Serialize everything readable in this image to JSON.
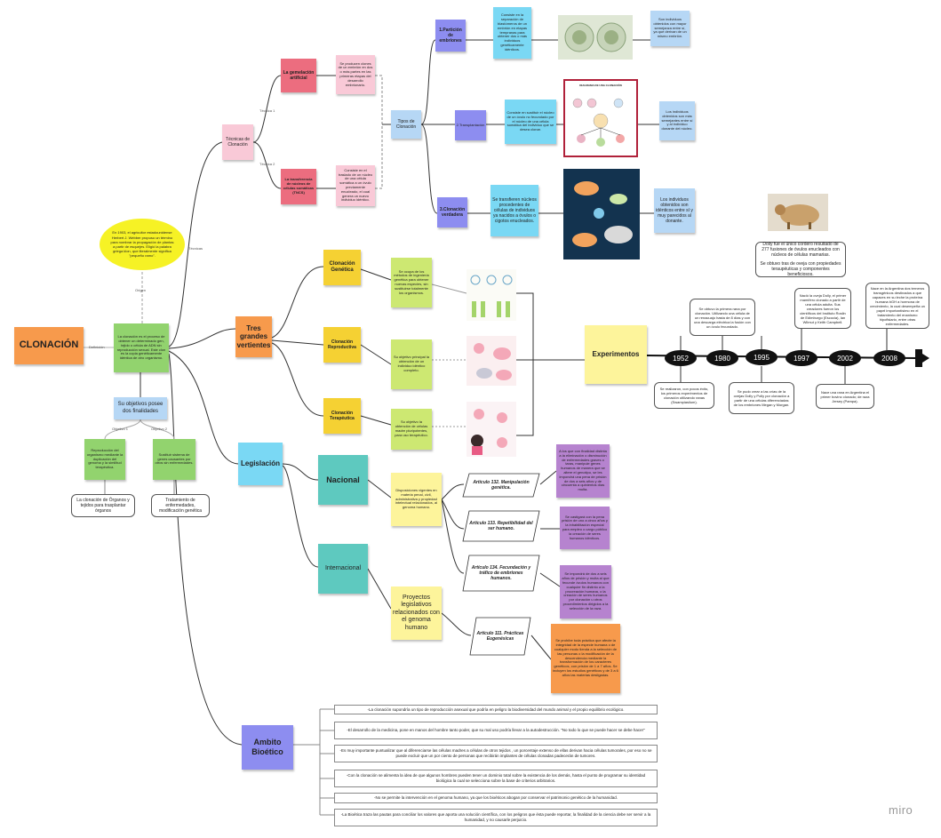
{
  "root": {
    "title": "CLONACIÓN",
    "edge_label": "Definición",
    "definition": "La clonación es el proceso de obtener un determinado gen, tejido o célula de ADN sin reproducción sexual. Este clon es la copia genéticamente idéntica de otro organismo."
  },
  "origin": {
    "text": "En 1903, el agricultor estadounidense Herbert J. Webber propuso un término para nombrar la propagación de plantas a partir de esquejes. Eligió la palabra griega klon, que literalmente significa \"pequeño ramo\".",
    "edge_label": "Origen"
  },
  "objectives": {
    "title": "Su objetivos posee dos finalidades",
    "edge1": "Objetivo 1",
    "edge2": "Objetivo 2",
    "obj1": "Reproducción del organismo mediante la duplicación del genoma y la similitud terapéutica.",
    "obj2": "Sustituir sistema de genes causantes por otros sin enfermedades.",
    "ex1": "La clonación de Órganos y tejidos para trasplantar órganos",
    "ex2": "Tratamiento de enfermedades, modificación genética"
  },
  "tecnicas": {
    "title": "Técnicas de Clonación",
    "edge_main": "Técnicas",
    "edge1": "Técnica 1",
    "edge2": "Técnica 2",
    "t1": "La gemelación artificial",
    "t1_desc": "Se producen clones de un embrión en dos o más partes en las primeras etapas del desarrollo embrionario.",
    "t2": "La transferencia de núcleos de células somáticas (TNCS)",
    "t2_desc": "Consiste en el traslado de un núcleo de una célula somática a un óvulo previamente enucleado, el cual genera un nuevo individuo idéntico.",
    "tipos": "Tipos de Clonación",
    "tipo1": "1.Partición de embriones",
    "tipo1_desc": "Consiste en la separación de blastómeros de un embrión en etapas tempranas para obtener dos o más individuos genéticamente idénticos.",
    "tipo1_result": "Son individuos obtenidos con mayor semejanza entre sí, ya que derivan de un mismo embrión.",
    "tipo2": "2.Transplantación",
    "tipo2_desc": "Consiste en sustituir el núcleo de un óvulo no fecundado por el núcleo de una célula somática del individuo que se desea clonar.",
    "tipo2_result": "Los individuos obtenidos son más semejantes entre sí y al individuo donante del núcleo.",
    "tipo3": "3.Clonación verdadera",
    "tipo3_desc": "Se transfieren núcleos procedentes de células de individuos ya nacidos a óvulos o cigotos enucleados.",
    "tipo3_result": "Los individuos obtenidos son idénticos entre sí y muy parecidos al donante.",
    "diagram_caption": "DIAGRAMA DE UNA CLONACIÓN"
  },
  "vertientes": {
    "title": "Tres grandes vertientes",
    "genetica": "Clonación Genética",
    "genetica_desc": "Se ocupa de los métodos de ingeniería genética para obtener nuevas especies, sin sustituirse totalmente los organismos.",
    "reproductiva": "Clonación Reproductiva",
    "reproductiva_desc": "Su objetivo principal la obtención de un individuo idéntico completo.",
    "terapeutica": "Clonación Terapéutica",
    "terapeutica_desc": "Su objetivo la obtención de células madre pluripotentes, para uso terapéutico.",
    "experimentos": "Experimentos"
  },
  "timeline": {
    "years": [
      "1952",
      "1980",
      "1995",
      "1997",
      "2002",
      "2008"
    ],
    "dolly_text": "Dolly fue el único cordero resultado de 277 fusiones de óvulos enucleados con núcleos de células mamarias.",
    "dolly_text2": "Se obtuvo tras de oveja con propiedades teraupéuticas y componentes beneficiosos.",
    "e1952": "Se realizaron, con pocos éxito, los primeros experimentos de clonación utilizando ranas (Swampiasilum).",
    "e1980": "Se obtuvo la primera rana por clonación. Utilizando una célula de un renacuajo hasta de 8 días y con una descarga eléctrica la fusión con un óvulo fecundado.",
    "e1995": "Se pudo crear a las crías de la ovejas Dolly y Polly por clonación a partir de una células diferenciadas de los embriones Megan y Morgan.",
    "e1997": "Nació la oveja Dolly, el primer mamífero clonado a partir de una célula adulta. Sus creadores fueron los científicos del Instituto Roslin de Edimburgo (Escocia), Ian Wilmut y Keith Campbell.",
    "e2002": "Nace una rana en Argentina el primer bovino clonado; de raza Jersey (Pampa).",
    "e2008": "Nace en la Argentina dos terneros transgénicos destinados a que capaces en su leche la proteína humana bGH a hormona de crecimiento, la cual desempeña un papel importantísimo en el tratamiento del enanismo hipofisiario, entre otras enfermedades."
  },
  "legislacion": {
    "title": "Legislación",
    "nacional": "Nacional",
    "internacional": "Internacional",
    "nac_desc": "Disposiciones vigentes en materia penal, civil, administrativa y propiedad intelectual relacionados, al genoma humano.",
    "int_desc": "Proyectos legislativos relacionados con el genoma humano",
    "a132": "Artículo 132. Manipulación genética.",
    "a133": "Artículo 133. Repetibilidad del ser humano.",
    "a134": "Artículo 134. Fecundación y tráfico de embriones humanos.",
    "a111": "Artículo 111. Prácticas Eugenésicas",
    "a132_desc": "A los que con finalidad distinta a la eliminación o disminución de enfermedades graves o taras, manipule genes humanos de manera que se altere el genotipo, se les impondrá una pena de prisión de dos a seis años y de cincuenta a quinientos días multa.",
    "a133_desc": "Se castigará con la pena prisión de uno a cinco años y la inhabilitación especial para empleo o cargo público la creación de seres humanos idénticos.",
    "a134_desc": "Se impondrá de dos a seis años de prisión y multa al que fecunde óvulos humanos con cualquier fin distinto a la procreación humana, o la creación de seres humanos por clonación u otros procedimientos dirigidos a la selección de la raza.",
    "a111_desc": "Se prohíbe toda práctica que afecte la integridad de la especie humana o de cualquier modo tienda a la selección de las personas o la modificación de la descendencia mediante la transformación de los caracteres genéticos, con prisión de 1 a 7 años. Se incluyen los estudios genéticos y de 3 a 6 años las materias desligadas."
  },
  "bioetico": {
    "title": "Ambito Bioético",
    "items": [
      "-La clonación supondría un tipo de reproducción asexual que podría en peligro la biodiversidad del mundo animal y el propio equilibrio ecológico.",
      "-El desarrollo de la medicina, pone en manos del hombre tanto poder, que su mal uso podría llevar a la autodestrucción. \"No todo lo que se puede hacer se debe hacer\"",
      "-Es muy importante puntualizar que al diferenciarse las células madres a células de otros tejidos , un porcentaje extenso de ellas derivan hacia células tumorales, por eso no se puede excluir que un por ciento de personas que recibirán implantes de células clonadas padecerán de tumores.",
      "-Con la clonación se alimenta la idea de que algunos hombres pueden tener un dominio total sobre la existencia de los demás, hasta el punto de programar su identidad biológica la cual se selecciona sobre la base de criterios arbitrarios.",
      "-No se permite la intervención en el genoma humano, ya que los bioéticos abogan por conservar el patrimonio genético de la humanidad.",
      "-La Bioética traza las pautas para conciliar los valores que aporta una solución científica, con los peligros que ésta puede reportar, la finalidad de la ciencia debe ser servir a la humanidad, y no causarle perjuicio."
    ]
  },
  "brand": "miro",
  "colors": {
    "orange": "#f79a4c",
    "pink": "#f9c9d7",
    "red": "#ec6d7f",
    "cyan": "#7ad8f4",
    "teal": "#5ec9bf",
    "green": "#92d36e",
    "yellow": "#f5d133",
    "purple": "#b683cf",
    "violet": "#8d8df0",
    "line": "#333333"
  }
}
